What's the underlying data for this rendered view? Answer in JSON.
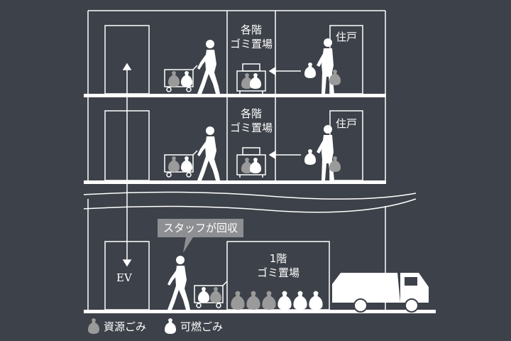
{
  "floors": {
    "upper_room_label": "各階\nゴミ置場",
    "unit_label": "住戸"
  },
  "ground": {
    "room_label": "1階\nゴミ置場",
    "elevator_label": "EV",
    "callout": "スタッフが回収"
  },
  "legend": {
    "recyclable": "資源ごみ",
    "burnable": "可燃ごみ"
  },
  "colors": {
    "background": "#3d4149",
    "line": "#ffffff",
    "recyclable_bag": "#9a9a9a",
    "burnable_bag": "#ffffff",
    "callout_bg": "#8e8f92"
  }
}
